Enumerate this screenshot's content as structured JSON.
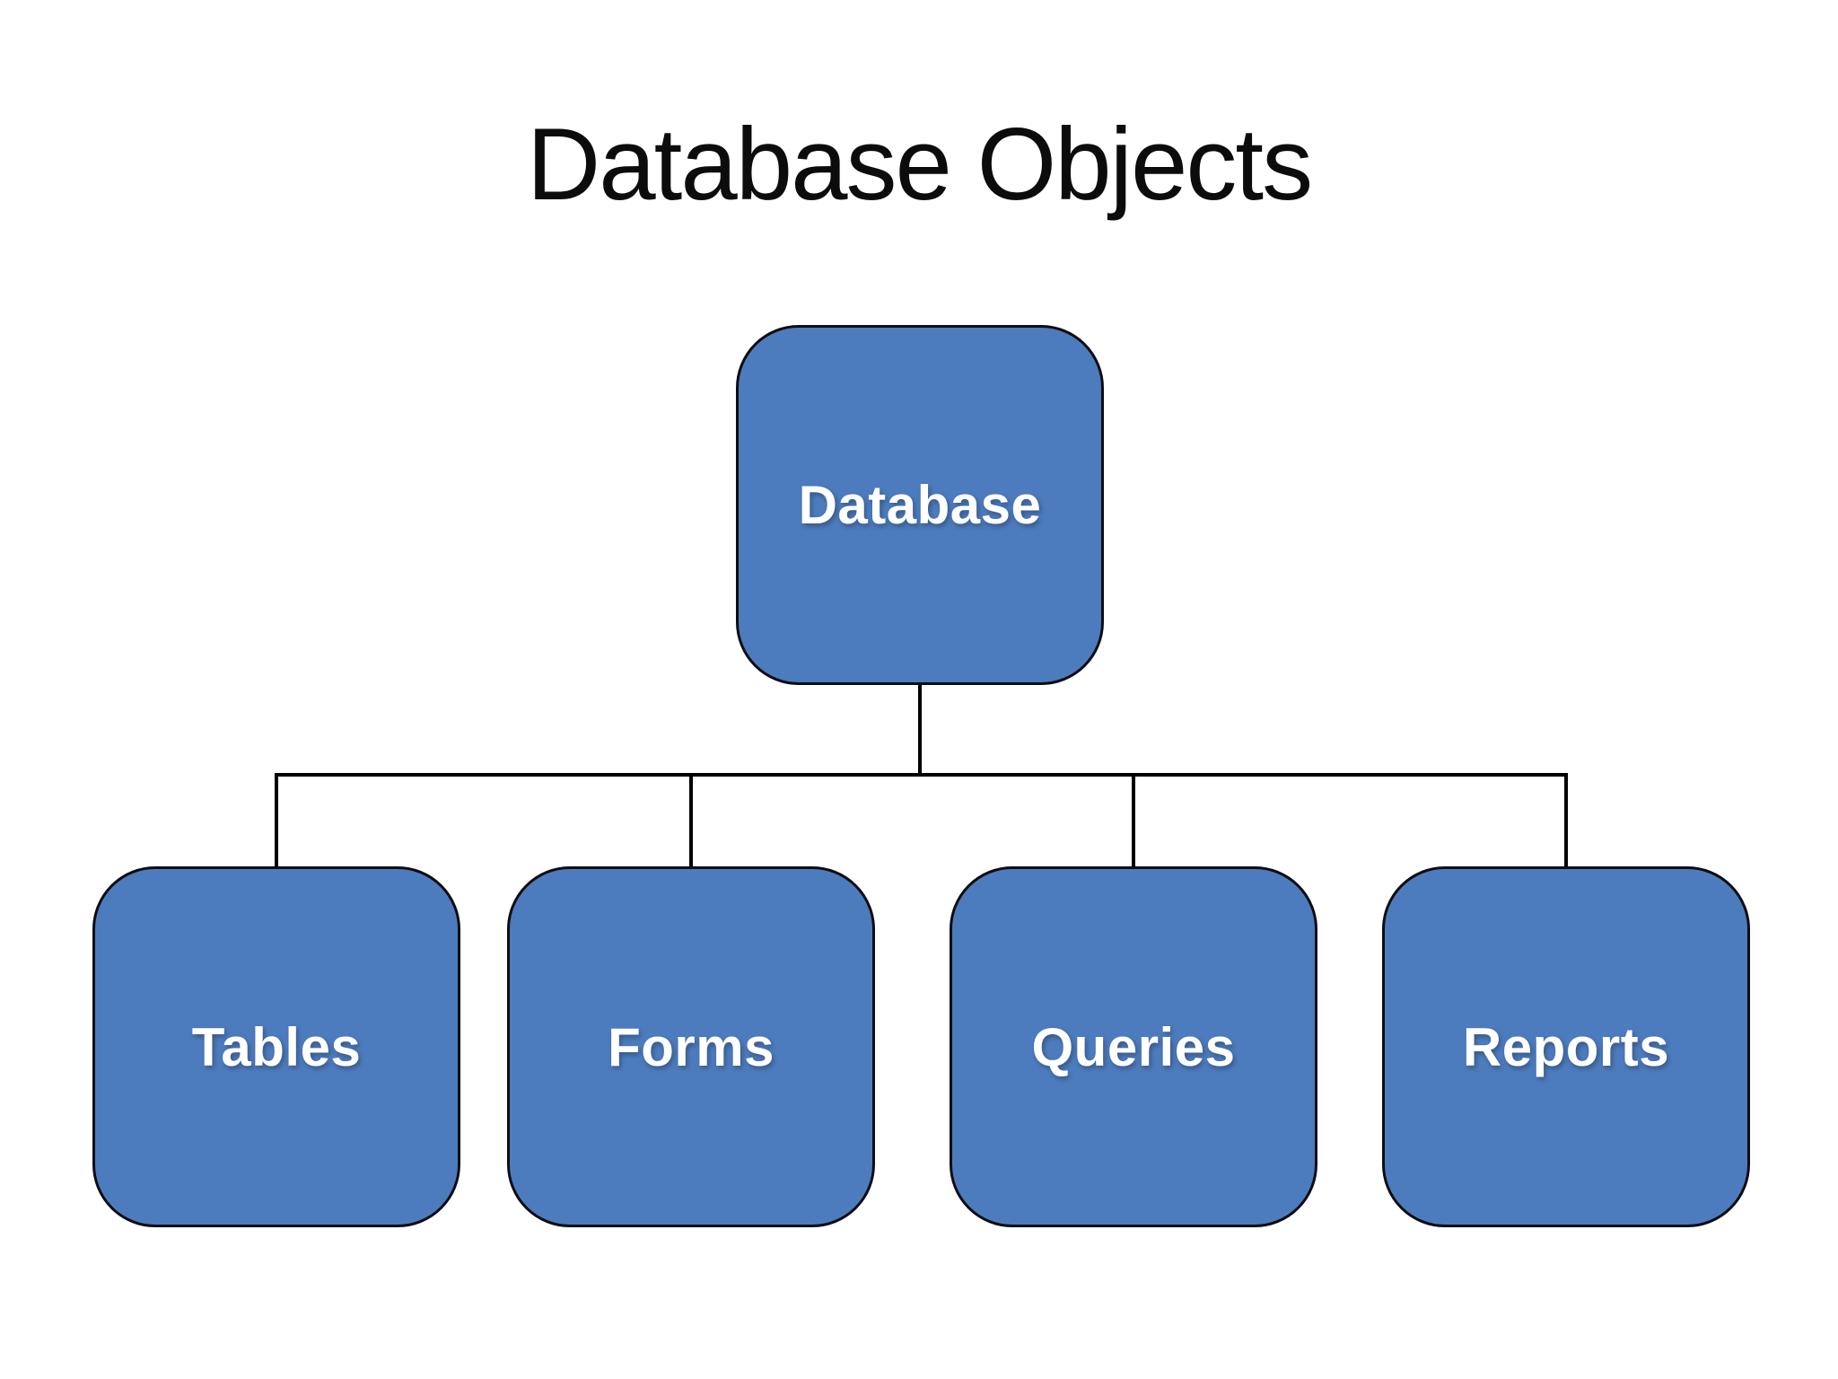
{
  "title": "Database Objects",
  "diagram": {
    "root": {
      "label": "Database"
    },
    "children": [
      {
        "label": "Tables"
      },
      {
        "label": "Forms"
      },
      {
        "label": "Queries"
      },
      {
        "label": "Reports"
      }
    ]
  },
  "colors": {
    "background": "#ffffff",
    "title_text": "#0c0c0c",
    "node_fill": "#4d7cbe",
    "node_border": "#0d0d12",
    "node_text": "#ffffff",
    "connector": "#000000"
  }
}
